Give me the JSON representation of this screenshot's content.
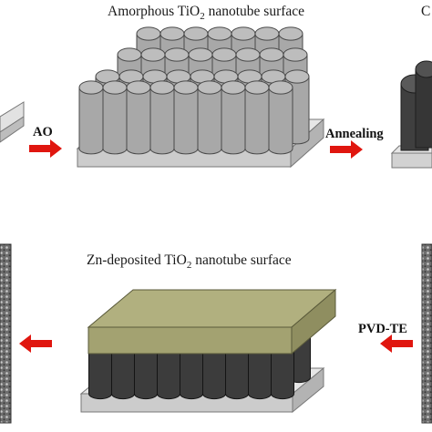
{
  "top_panel": {
    "title_main": "Amorphous TiO",
    "title_sub": "2",
    "title_tail": " nanotube surface",
    "edge_right_fragment": "C"
  },
  "bottom_panel": {
    "title_main": "Zn-deposited TiO",
    "title_sub": "2",
    "title_tail": " nanotube surface"
  },
  "steps": {
    "ao": "AO",
    "annealing": "Annealing",
    "pvd_te": "PVD-TE"
  },
  "colors": {
    "arrow": "#e0160f",
    "amorphous_tube": "#a8a8a8",
    "crystalline_tube": "#3c3c3c",
    "substrate": "#d7d7d7",
    "zn_layer": "#a3a271",
    "sem_image": "#7a7a7a"
  }
}
